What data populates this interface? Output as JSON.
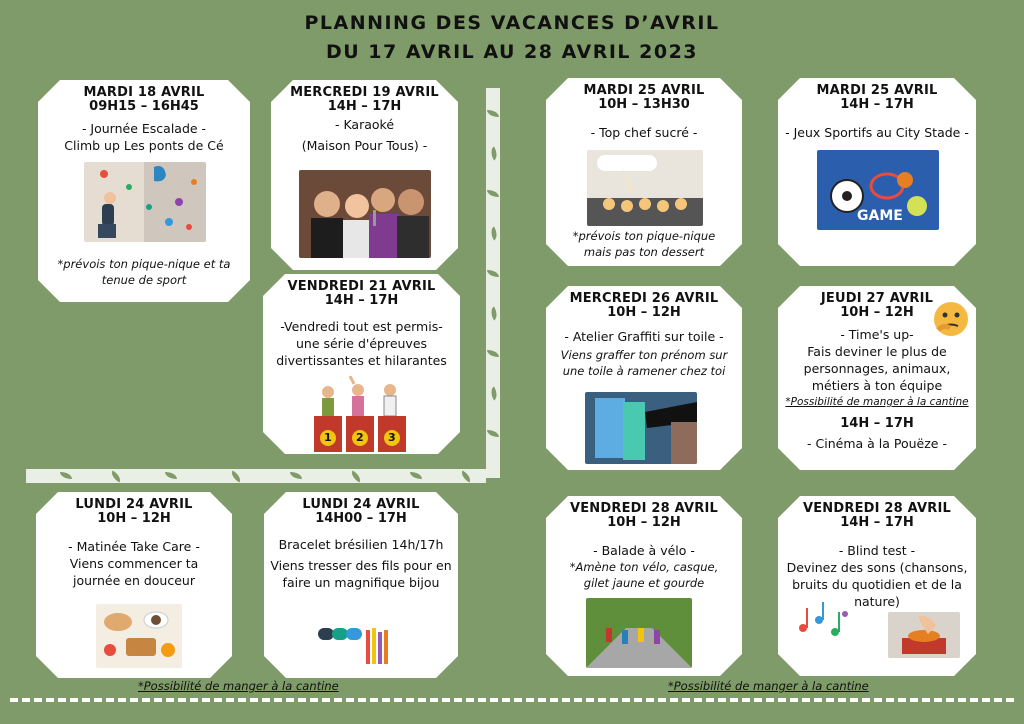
{
  "header": {
    "line1": "PLANNING DES VACANCES D’AVRIL",
    "line2": "DU 17 AVRIL AU 28 AVRIL 2023"
  },
  "cards": {
    "c1": {
      "date": "MARDI 18 AVRIL",
      "time": "09H15 – 16H45",
      "name": "- Journée Escalade -",
      "sub": "Climb up Les ponts de Cé",
      "note": "*prévois ton pique-nique et ta tenue de sport"
    },
    "c2": {
      "date": "MERCREDI 19 AVRIL",
      "time": "14H – 17H",
      "name": "- Karaoké",
      "sub": "(Maison Pour Tous) -"
    },
    "c3": {
      "date": "VENDREDI 21 AVRIL",
      "time": "14H – 17H",
      "name": "-Vendredi tout est permis-",
      "sub": "une série d'épreuves divertissantes et hilarantes"
    },
    "c4": {
      "date": "LUNDI 24 AVRIL",
      "time": "10H – 12H",
      "name": "- Matinée Take Care -",
      "sub": "Viens commencer ta journée en douceur"
    },
    "c5": {
      "date": "LUNDI 24 AVRIL",
      "time": "14H00 – 17H",
      "name": "Bracelet brésilien 14h/17h",
      "sub": "Viens tresser des fils pour en faire un magnifique bijou"
    },
    "c6": {
      "date": "MARDI 25 AVRIL",
      "time": "10H – 13H30",
      "name": "- Top chef sucré -",
      "note": "*prévois ton pique-nique mais pas ton dessert"
    },
    "c7": {
      "date": "MARDI 25 AVRIL",
      "time": "14H – 17H",
      "name": "- Jeux Sportifs au City Stade -",
      "game": "GAME"
    },
    "c8": {
      "date": "MERCREDI 26 AVRIL",
      "time": "10H – 12H",
      "name": "- Atelier Graffiti sur toile -",
      "note": "Viens graffer ton prénom sur une toile à ramener chez toi"
    },
    "c9": {
      "date": "JEUDI 27 AVRIL",
      "time": "10H – 12H",
      "name": "- Time's up-",
      "sub": "Fais deviner le plus de personnages, animaux, métiers à ton équipe",
      "note": "*Possibilité de manger à la cantine",
      "time2": "14H – 17H",
      "name2": "- Cinéma à la Pouëze -"
    },
    "c10": {
      "date": "VENDREDI 28 AVRIL",
      "time": "10H – 12H",
      "name": "- Balade à vélo -",
      "note": "*Amène ton vélo, casque, gilet jaune et gourde"
    },
    "c11": {
      "date": "VENDREDI 28 AVRIL",
      "time": "14H – 17H",
      "name": "- Blind test -",
      "sub": "Devinez des sons (chansons, bruits du quotidien et de la nature)"
    }
  },
  "podium": {
    "n1": "1",
    "n2": "2",
    "n3": "3"
  },
  "footer": {
    "left": "*Possibilité de manger à la cantine",
    "right": "*Possibilité de manger à la cantine"
  },
  "colors": {
    "background": "#7f9b69",
    "card": "#ffffff"
  }
}
